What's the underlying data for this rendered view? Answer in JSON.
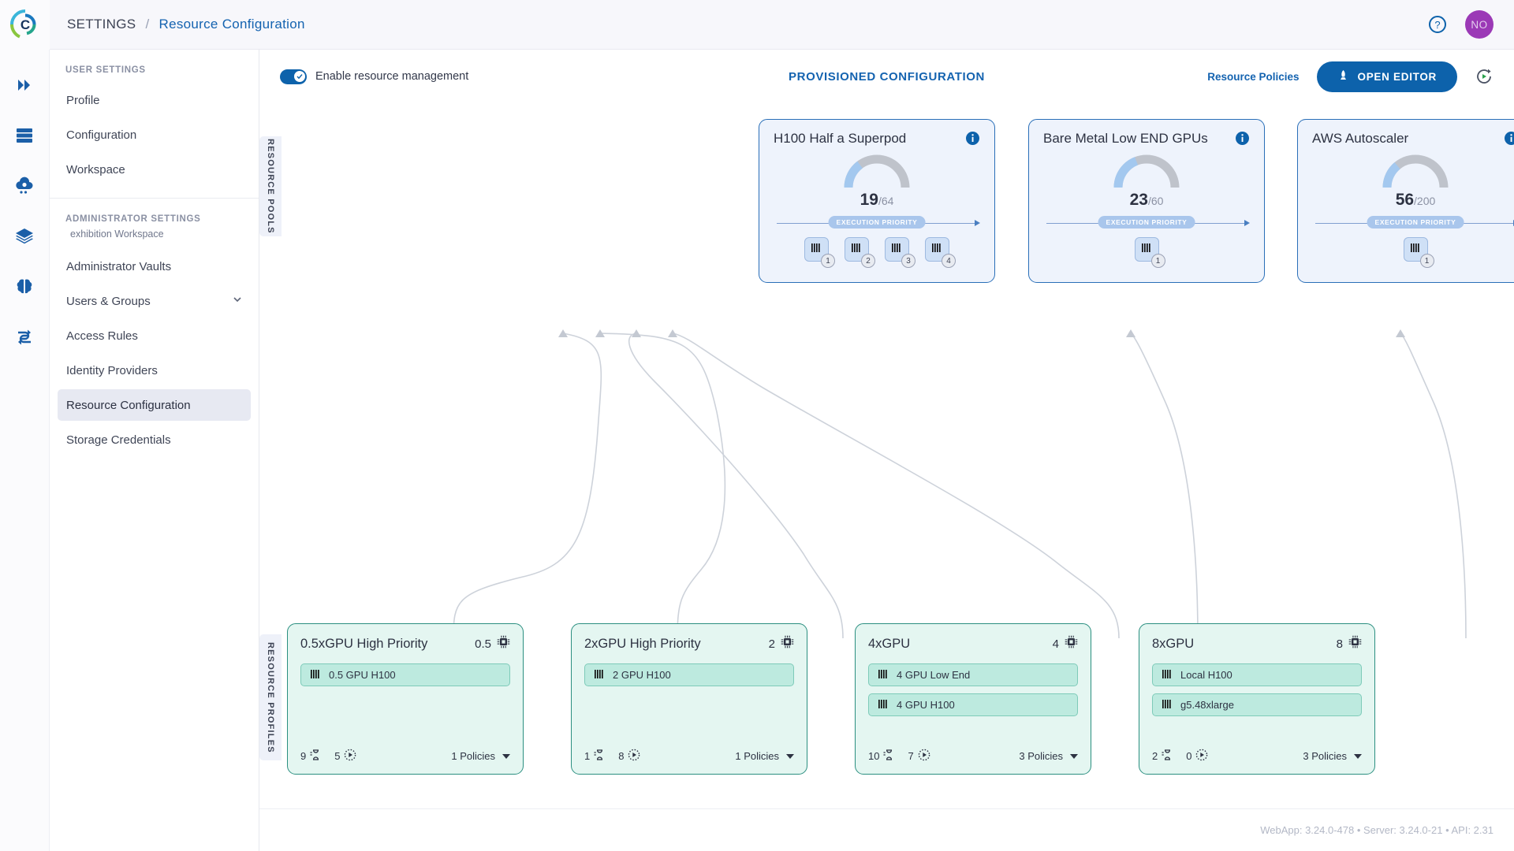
{
  "topbar": {
    "breadcrumb_root": "SETTINGS",
    "breadcrumb_sep": "/",
    "breadcrumb_current": "Resource Configuration",
    "help_icon": "help-circle-icon",
    "avatar_initials": "NO",
    "avatar_color": "#9b39b6"
  },
  "rail": {
    "items": [
      {
        "icon": "double-chevron-right-icon"
      },
      {
        "icon": "server-rack-icon"
      },
      {
        "icon": "cloud-gear-icon"
      },
      {
        "icon": "layers-icon"
      },
      {
        "icon": "brain-icon"
      },
      {
        "icon": "workflow-swap-icon"
      }
    ]
  },
  "sidebar": {
    "user_settings_title": "USER SETTINGS",
    "user_items": [
      {
        "label": "Profile",
        "active": false
      },
      {
        "label": "Configuration",
        "active": false
      },
      {
        "label": "Workspace",
        "active": false
      }
    ],
    "admin_settings_title": "ADMINISTRATOR SETTINGS",
    "admin_workspace": "exhibition Workspace",
    "admin_items": [
      {
        "label": "Administrator Vaults",
        "active": false,
        "expandable": false
      },
      {
        "label": "Users & Groups",
        "active": false,
        "expandable": true
      },
      {
        "label": "Access Rules",
        "active": false,
        "expandable": false
      },
      {
        "label": "Identity Providers",
        "active": false,
        "expandable": false
      },
      {
        "label": "Resource Configuration",
        "active": true,
        "expandable": false
      },
      {
        "label": "Storage Credentials",
        "active": false,
        "expandable": false
      }
    ]
  },
  "toolbar": {
    "toggle_label": "Enable resource management",
    "toggle_on": true,
    "provisioned_title": "PROVISIONED CONFIGURATION",
    "resource_policies_link": "Resource Policies",
    "open_editor_label": "OPEN EDITOR",
    "open_editor_icon": "rocket-icon",
    "refresh_icon": "refresh-play-icon",
    "accent_color": "#0d62ab"
  },
  "sections": {
    "pools_tab_label": "RESOURCE POOLS",
    "profiles_tab_label": "RESOURCE PROFILES"
  },
  "resource_pools": [
    {
      "title": "H100 Half a Superpod",
      "used": "19",
      "capacity": "/64",
      "gauge_fraction": 0.297,
      "priority_label": "EXECUTION PRIORITY",
      "gpus": [
        {
          "badge": "1",
          "icon": "gpu-chip-icon"
        },
        {
          "badge": "2",
          "icon": "gpu-chip-icon"
        },
        {
          "badge": "3",
          "icon": "gpu-chip-icon"
        },
        {
          "badge": "4",
          "icon": "gpu-chip-icon"
        }
      ],
      "info_icon": "info-icon"
    },
    {
      "title": "Bare Metal Low END GPUs",
      "used": "23",
      "capacity": "/60",
      "gauge_fraction": 0.383,
      "priority_label": "EXECUTION PRIORITY",
      "gpus": [
        {
          "badge": "1",
          "icon": "gpu-chip-icon"
        }
      ],
      "info_icon": "info-icon"
    },
    {
      "title": "AWS Autoscaler",
      "used": "56",
      "capacity": "/200",
      "gauge_fraction": 0.28,
      "priority_label": "EXECUTION PRIORITY",
      "gpus": [
        {
          "badge": "1",
          "icon": "gpu-chip-icon"
        }
      ],
      "info_icon": "info-icon"
    }
  ],
  "resource_profiles": [
    {
      "title": "0.5xGPU High Priority",
      "gpu_count": "0.5",
      "cpu_icon": "cpu-chip-icon",
      "resources": [
        "0.5 GPU H100"
      ],
      "queued": "9",
      "running": "5",
      "policies": "1 Policies"
    },
    {
      "title": "2xGPU High Priority",
      "gpu_count": "2",
      "cpu_icon": "cpu-chip-icon",
      "resources": [
        "2 GPU H100"
      ],
      "queued": "1",
      "running": "8",
      "policies": "1 Policies"
    },
    {
      "title": "4xGPU",
      "gpu_count": "4",
      "cpu_icon": "cpu-chip-icon",
      "resources": [
        "4 GPU Low End",
        "4 GPU H100"
      ],
      "queued": "10",
      "running": "7",
      "policies": "3 Policies"
    },
    {
      "title": "8xGPU",
      "gpu_count": "8",
      "cpu_icon": "cpu-chip-icon",
      "resources": [
        "Local H100",
        "g5.48xlarge"
      ],
      "queued": "2",
      "running": "0",
      "policies": "3 Policies"
    }
  ],
  "footer": {
    "version_text": "WebApp: 3.24.0-478 • Server: 3.24.0-21 • API: 2.31"
  }
}
